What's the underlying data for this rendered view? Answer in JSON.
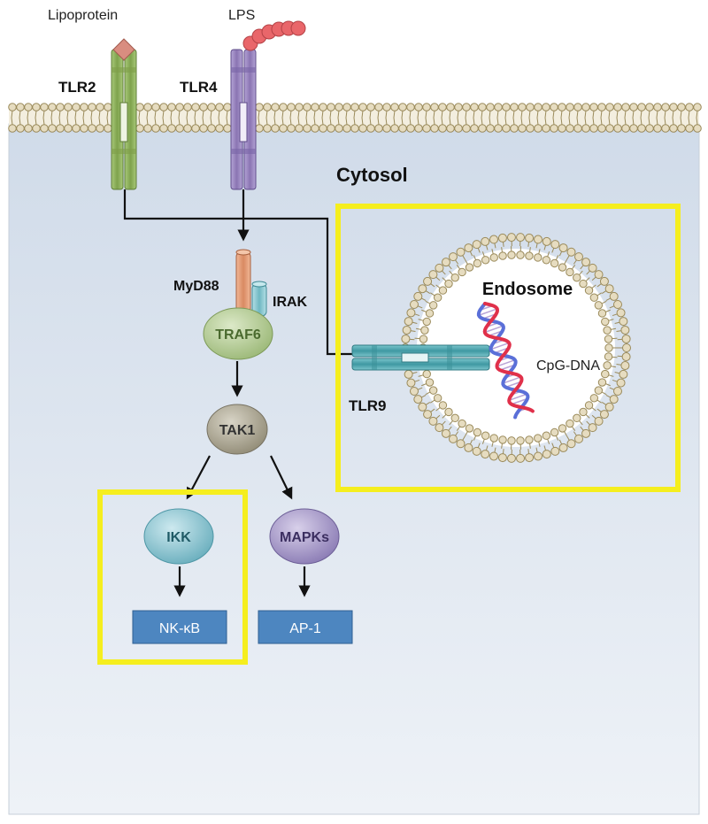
{
  "labels": {
    "lipoprotein": "Lipoprotein",
    "lps": "LPS",
    "tlr2": "TLR2",
    "tlr4": "TLR4",
    "cytosol": "Cytosol",
    "myd88": "MyD88",
    "irak": "IRAK",
    "traf6": "TRAF6",
    "tak1": "TAK1",
    "ikk": "IKK",
    "mapks": "MAPKs",
    "nfkb": "NK-κB",
    "ap1": "AP-1",
    "endosome": "Endosome",
    "tlr9": "TLR9",
    "cpg": "CpG-DNA"
  },
  "colors": {
    "highlight_box": "#f5ee1e",
    "cytosol_top": "#d2dcea",
    "cytosol_bottom": "#eef2f7",
    "membrane_head": "#e6dcc0",
    "membrane_head_stroke": "#9a8a5a",
    "tlr2": "#8bb05a",
    "tlr4": "#9a86be",
    "tlr9": "#5bb0b8",
    "traf6": "#b9cf9c",
    "tak1": "#b3ae9c",
    "ikk": "#8cc4d0",
    "mapks": "#aa9cc8",
    "transcription_box": "#4d86c0",
    "lipoprotein_ligand": "#d98d80",
    "lps_ligand": "#e9666a",
    "dna_red": "#e0304a",
    "dna_blue": "#5a6fd8"
  },
  "icons": {
    "membrane": "phospholipid-bilayer",
    "dna": "double-helix"
  }
}
